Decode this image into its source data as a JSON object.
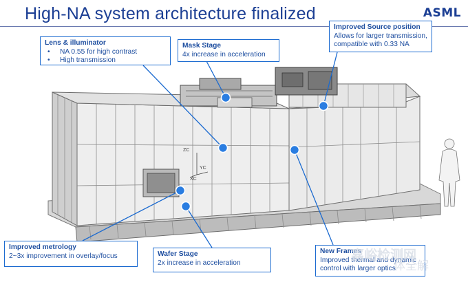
{
  "title": "High-NA system architecture finalized",
  "logo": "ASML",
  "callouts": {
    "lens": {
      "heading": "Lens & illuminator",
      "bullets": [
        "NA 0.55 for high contrast",
        "High transmission"
      ]
    },
    "mask": {
      "heading": "Mask Stage",
      "text": "4x increase in acceleration"
    },
    "source": {
      "heading": "Improved Source position",
      "text1": "Allows for larger transmission,",
      "text2": "compatible with 0.33 NA"
    },
    "metrology": {
      "heading": "Improved metrology",
      "text": "2~3x improvement in overlay/focus"
    },
    "wafer": {
      "heading": "Wafer Stage",
      "text": "2x increase in acceleration"
    },
    "frames": {
      "heading": "New Frames",
      "text1": "Improved thermal and dynamic",
      "text2": "control with larger optics"
    }
  },
  "machine_labels": {
    "z": "ZC",
    "y": "YC",
    "x": "XC"
  },
  "watermark": {
    "line1": "嘉峪检测网",
    "line2": "体全解"
  },
  "colors": {
    "title": "#1c3f94",
    "callout_border": "#1c6bd0",
    "marker": "#2a7de1"
  }
}
